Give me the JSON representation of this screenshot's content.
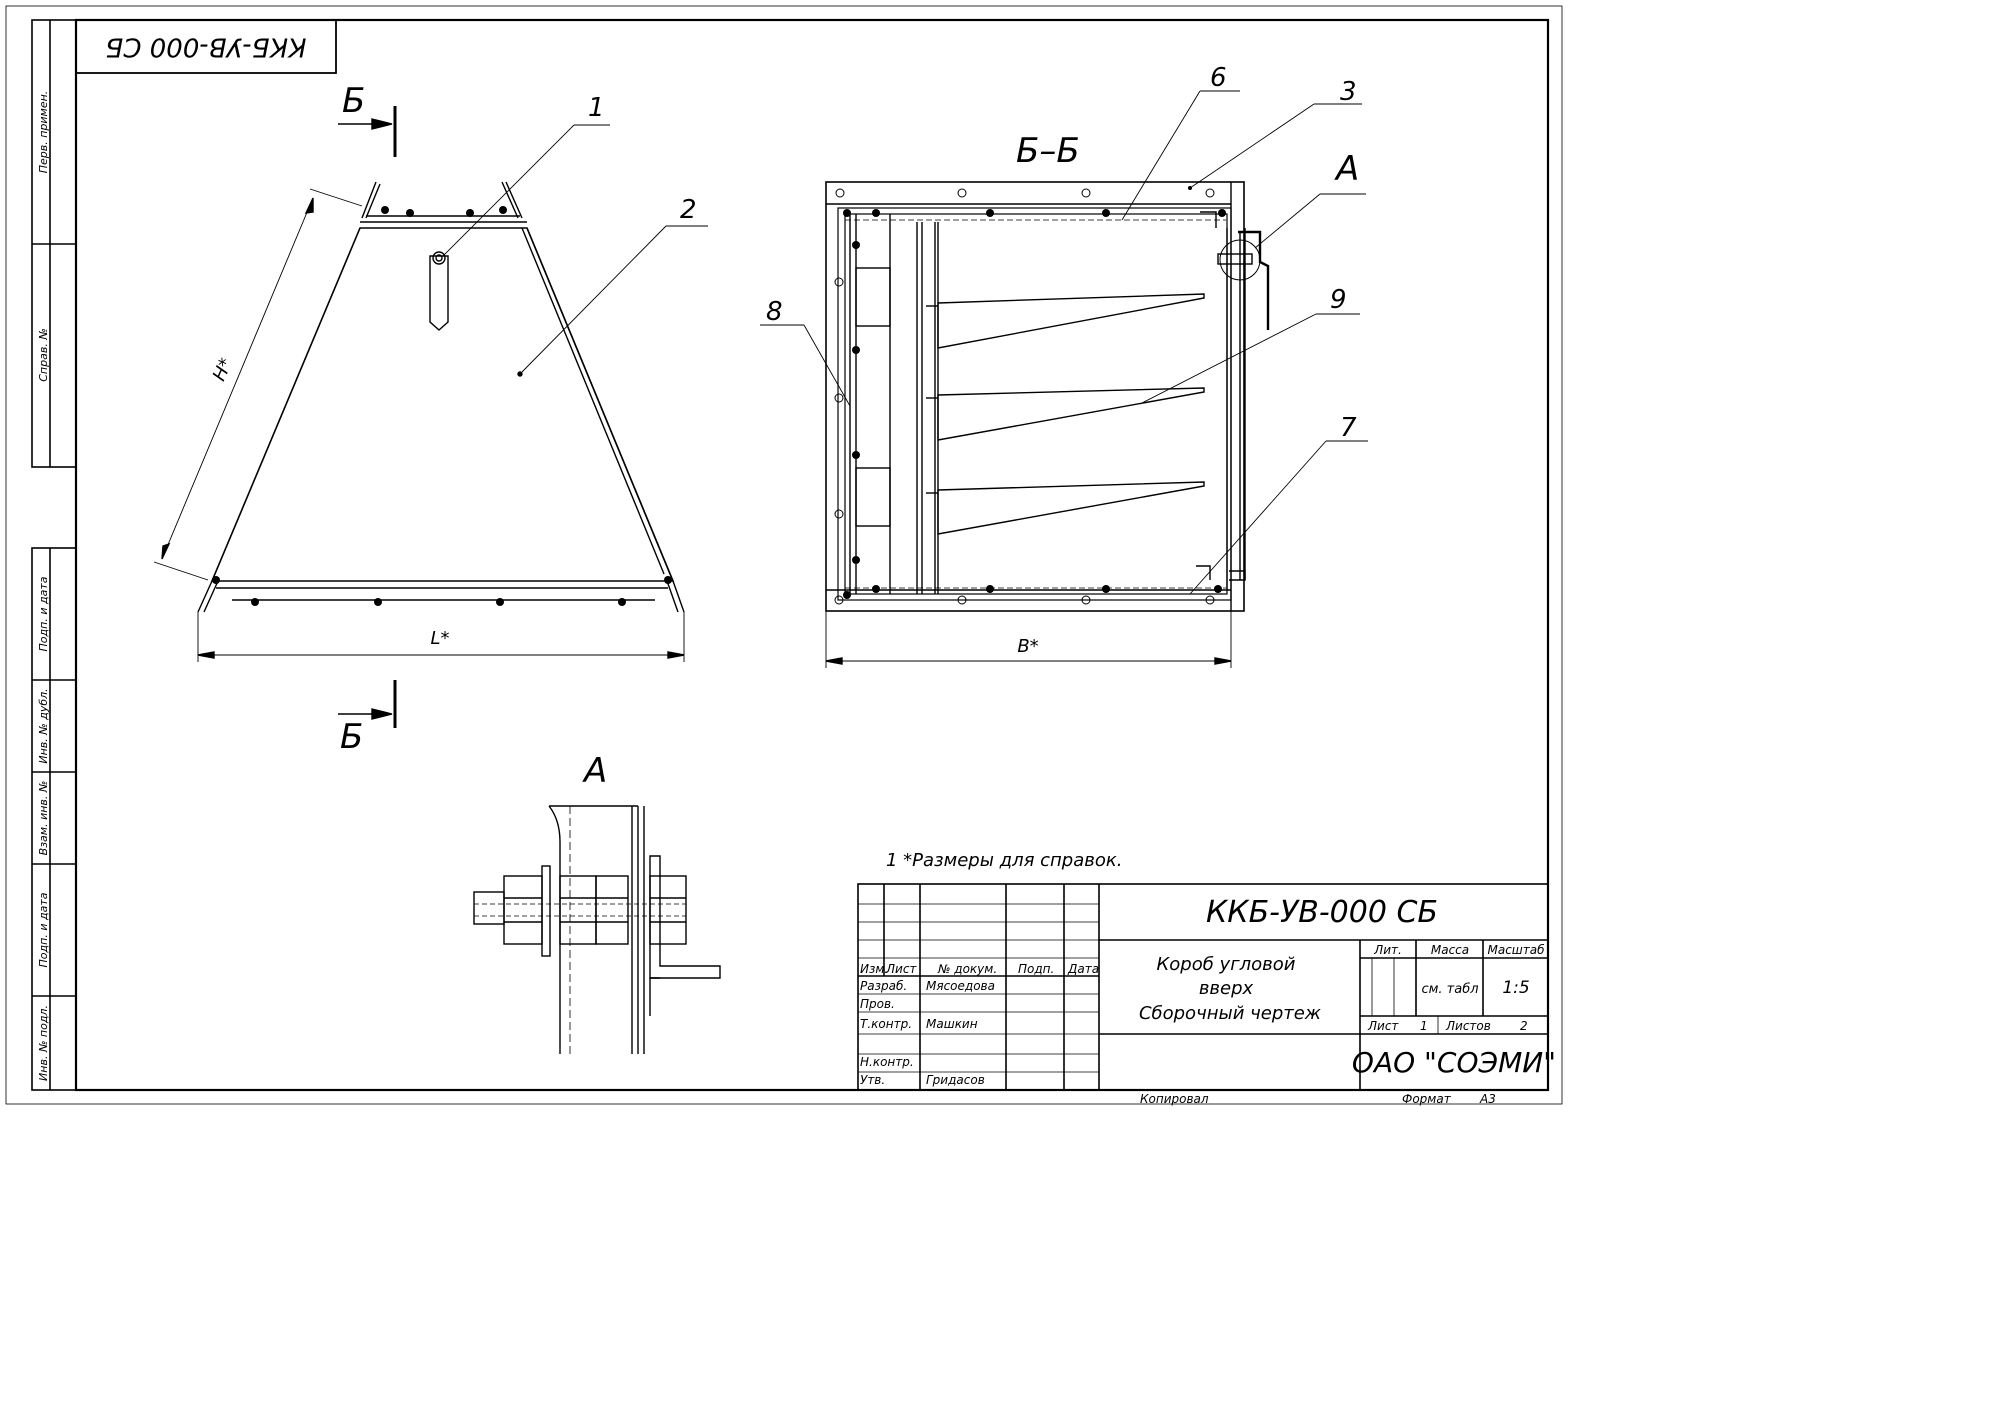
{
  "drawing": {
    "code_rotated": "ККБ-УВ-000 СБ",
    "section_label": "Б",
    "section_title": "Б–Б",
    "detail_label": "А",
    "dims": {
      "height": "H*",
      "length": "L*",
      "width": "B*"
    },
    "leaders": [
      "1",
      "2",
      "3",
      "6",
      "7",
      "8",
      "9",
      "А"
    ],
    "note": "1  *Размеры для справок."
  },
  "side_stamps": [
    "Перв. примен.",
    "Справ. №",
    "Подп. и дата",
    "Инв. № дубл.",
    "Взам. инв. №",
    "Подп. и дата",
    "Инв. № подл."
  ],
  "title_block": {
    "designation": "ККБ-УВ-000 СБ",
    "name_lines": [
      "Короб угловой",
      "вверх",
      "Сборочный чертеж"
    ],
    "col_headers": [
      "Изм.",
      "Лист",
      "№ докум.",
      "Подп.",
      "Дата"
    ],
    "roles": [
      {
        "role": "Разраб.",
        "name": "Мясоедова"
      },
      {
        "role": "Пров.",
        "name": ""
      },
      {
        "role": "Т.контр.",
        "name": "Машкин"
      },
      {
        "role": "",
        "name": ""
      },
      {
        "role": "Н.контр.",
        "name": ""
      },
      {
        "role": "Утв.",
        "name": "Гридасов"
      }
    ],
    "lit_label": "Лит.",
    "mass_label": "Масса",
    "scale_label": "Масштаб",
    "mass_value": "см. табл",
    "scale_value": "1:5",
    "sheet_label": "Лист",
    "sheet_no": "1",
    "sheets_label": "Листов",
    "sheets_total": "2",
    "org": "ОАО \"СОЭМИ\""
  },
  "footer": {
    "copied": "Копировал",
    "format_label": "Формат",
    "format_value": "А3"
  }
}
